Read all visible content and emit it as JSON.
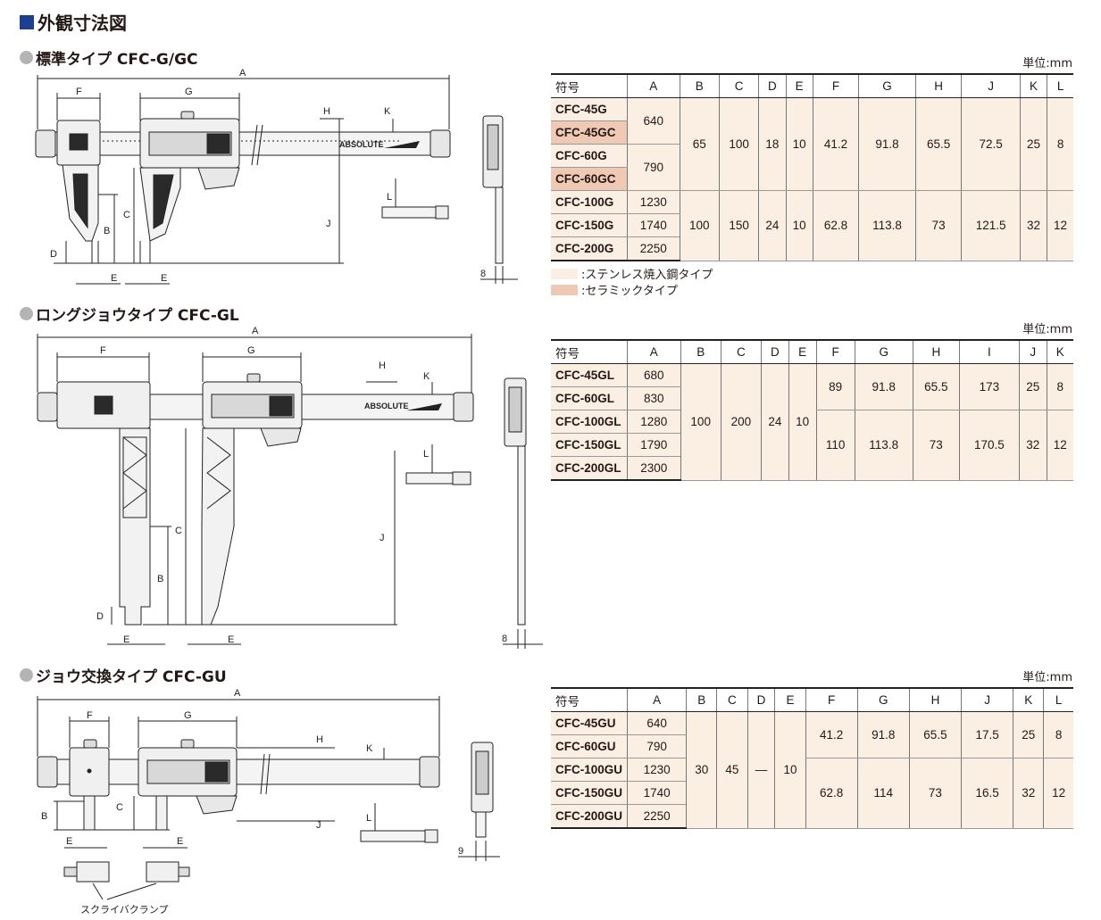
{
  "page": {
    "title": "外観寸法図",
    "unit_label": "単位:mm",
    "scriber_label": "スクライバクランプ"
  },
  "sections": [
    {
      "title": "標準タイプ CFC-G/GC"
    },
    {
      "title": "ロングジョウタイプ CFC-GL"
    },
    {
      "title": "ジョウ交換タイプ CFC-GU"
    }
  ],
  "drawing": {
    "letters": {
      "A": "A",
      "B": "B",
      "C": "C",
      "D": "D",
      "E": "E",
      "F": "F",
      "G": "G",
      "H": "H",
      "J": "J",
      "K": "K",
      "L": "L"
    },
    "sv1": "8",
    "sv2": "8",
    "sv3": "9",
    "brand": "ABSOLUTE"
  },
  "legend": [
    {
      "label": ":ステンレス焼入鋼タイプ",
      "color": "#fbeee3"
    },
    {
      "label": ":セラミックタイプ",
      "color": "#f0c9b5"
    }
  ],
  "tables": [
    {
      "headers": [
        "符号",
        "A",
        "B",
        "C",
        "D",
        "E",
        "F",
        "G",
        "H",
        "J",
        "K",
        "L"
      ],
      "codes": [
        "CFC-45G",
        "CFC-45GC",
        "CFC-60G",
        "CFC-60GC",
        "CFC-100G",
        "CFC-150G",
        "CFC-200G"
      ],
      "ceramic_rows": [
        1,
        3
      ],
      "A": [
        "640",
        "790",
        "1230",
        "1740",
        "2250"
      ],
      "group1": [
        "65",
        "100",
        "18",
        "10",
        "41.2",
        "91.8",
        "65.5",
        "72.5",
        "25",
        "8"
      ],
      "group2": [
        "100",
        "150",
        "24",
        "10",
        "62.8",
        "113.8",
        "73",
        "121.5",
        "32",
        "12"
      ]
    },
    {
      "headers": [
        "符号",
        "A",
        "B",
        "C",
        "D",
        "E",
        "F",
        "G",
        "H",
        "I",
        "J",
        "K"
      ],
      "codes": [
        "CFC-45GL",
        "CFC-60GL",
        "CFC-100GL",
        "CFC-150GL",
        "CFC-200GL"
      ],
      "A": [
        "680",
        "830",
        "1280",
        "1790",
        "2300"
      ],
      "BCDE": [
        "100",
        "200",
        "24",
        "10"
      ],
      "group1": [
        "89",
        "91.8",
        "65.5",
        "173",
        "25",
        "8"
      ],
      "group2": [
        "110",
        "113.8",
        "73",
        "170.5",
        "32",
        "12"
      ]
    },
    {
      "headers": [
        "符号",
        "A",
        "B",
        "C",
        "D",
        "E",
        "F",
        "G",
        "H",
        "J",
        "K",
        "L"
      ],
      "codes": [
        "CFC-45GU",
        "CFC-60GU",
        "CFC-100GU",
        "CFC-150GU",
        "CFC-200GU"
      ],
      "A": [
        "640",
        "790",
        "1230",
        "1740",
        "2250"
      ],
      "BCDE": [
        "30",
        "45",
        "—",
        "10"
      ],
      "group1": [
        "41.2",
        "91.8",
        "65.5",
        "17.5",
        "25",
        "8"
      ],
      "group2": [
        "62.8",
        "114",
        "73",
        "16.5",
        "32",
        "12"
      ]
    }
  ]
}
